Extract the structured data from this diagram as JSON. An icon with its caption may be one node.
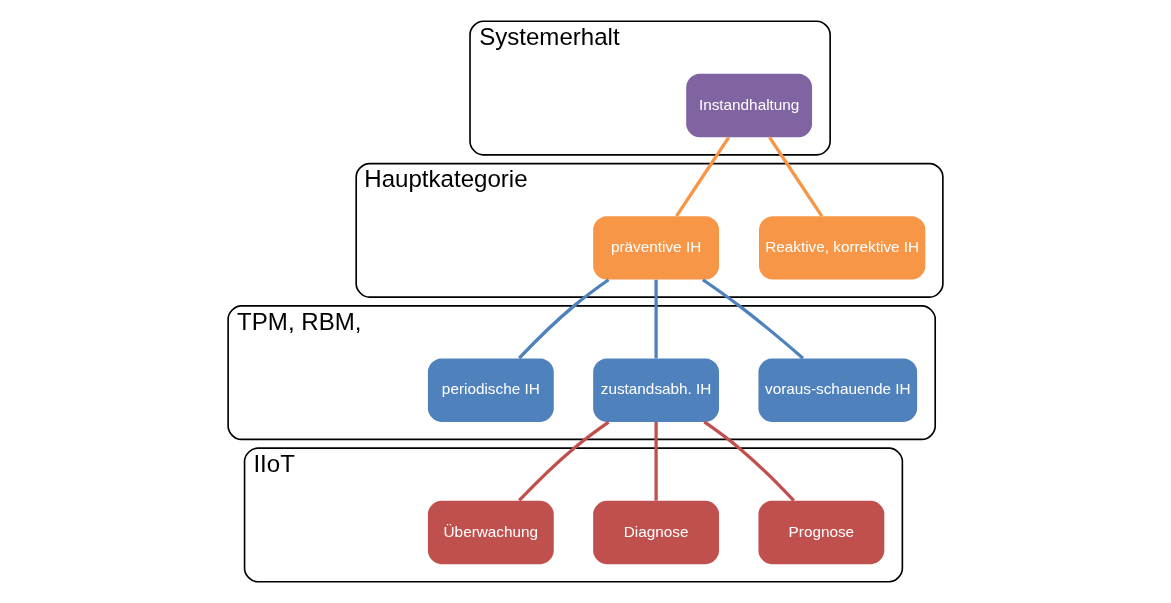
{
  "diagram": {
    "nodes": [
      {
        "text": [
          "Systemerhalt"
        ]
      },
      {
        "text": [
          "Instandhaltung"
        ],
        "in": 0
      },
      {
        "text": [
          "Hauptkategorie"
        ]
      },
      {
        "text": [
          "präventive IH"
        ],
        "in": 2
      },
      {
        "text": [
          "Reaktive, korrektive IH"
        ],
        "in": 2
      },
      {
        "text": [
          "TPM, RBM,"
        ]
      },
      {
        "text": [
          "periodische IH"
        ],
        "in": 5
      },
      {
        "text": [
          "zustandsabh. IH"
        ],
        "in": 5
      },
      {
        "text": [
          "voraus-schauende IH"
        ],
        "in": 5
      },
      {
        "text": [
          "IIoT"
        ]
      },
      {
        "text": [
          "Überwachung"
        ],
        "in": 9
      },
      {
        "text": [
          "Diagnose"
        ],
        "in": 9
      },
      {
        "text": [
          "Prognose"
        ],
        "in": 9
      }
    ],
    "edges": [
      {
        "from": 1,
        "to": 3,
        "arrow": "none",
        "color": "#f79646"
      },
      {
        "from": 1,
        "to": 4,
        "arrow": "none",
        "color": "#f79646"
      },
      {
        "from": 3,
        "to": 6,
        "arrow": "none",
        "color": "#4f81bd"
      },
      {
        "from": 3,
        "to": 7,
        "arrow": "none",
        "color": "#4f81bd"
      },
      {
        "from": 3,
        "to": 8,
        "arrow": "none",
        "color": "#4f81bd"
      },
      {
        "from": 7,
        "to": 10,
        "arrow": "none",
        "color": "#c0504d"
      },
      {
        "from": 7,
        "to": 11,
        "arrow": "none",
        "color": "#c0504d"
      },
      {
        "from": 7,
        "to": 12,
        "arrow": "none",
        "color": "#c0504d"
      }
    ]
  }
}
